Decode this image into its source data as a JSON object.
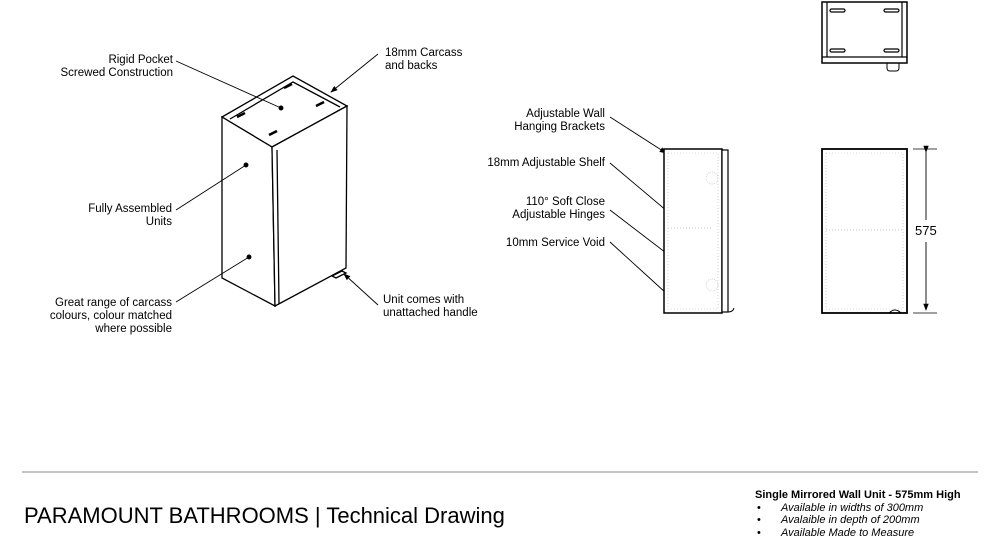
{
  "callouts": {
    "rigid_pocket": [
      "Rigid Pocket",
      "Screwed Construction"
    ],
    "carcass": [
      "18mm Carcass",
      "and backs"
    ],
    "assembled": [
      "Fully Assembled",
      "Units"
    ],
    "colours": [
      "Great range of carcass",
      "colours, colour matched",
      "where possible"
    ],
    "handle": [
      "Unit comes with",
      "unattached handle"
    ],
    "brackets": [
      "Adjustable Wall",
      "Hanging Brackets"
    ],
    "shelf": [
      "18mm Adjustable Shelf"
    ],
    "hinges": [
      "110° Soft Close",
      "Adjustable Hinges"
    ],
    "void": [
      "10mm Service Void"
    ]
  },
  "dimension": "575",
  "footer": {
    "title": "PARAMOUNT BATHROOMS | Technical Drawing",
    "spec_heading": "Single Mirrored Wall Unit - 575mm High",
    "spec_items": [
      "Available in widths of 300mm",
      "Avalaible in depth of 200mm",
      "Available Made to Measure"
    ]
  }
}
